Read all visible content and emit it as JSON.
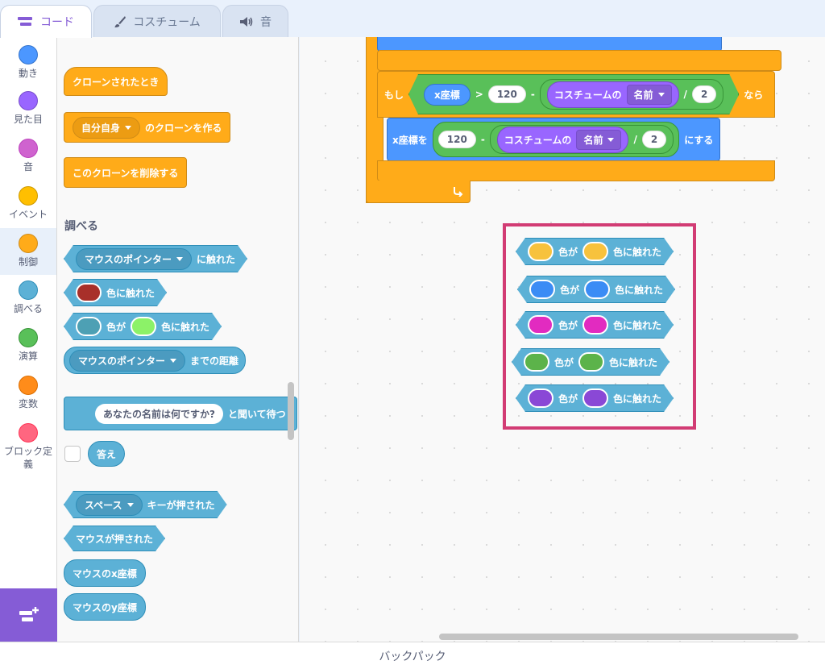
{
  "tabs": {
    "code": "コード",
    "costumes": "コスチューム",
    "sounds": "音"
  },
  "categories": [
    {
      "label": "動き",
      "color": "#4c97ff"
    },
    {
      "label": "見た目",
      "color": "#9966ff"
    },
    {
      "label": "音",
      "color": "#cf63cf"
    },
    {
      "label": "イベント",
      "color": "#ffbf00"
    },
    {
      "label": "制御",
      "color": "#ffab19"
    },
    {
      "label": "調べる",
      "color": "#5cb1d6"
    },
    {
      "label": "演算",
      "color": "#59c059"
    },
    {
      "label": "変数",
      "color": "#ff8c1a"
    },
    {
      "label": "ブロック定義",
      "color": "#ff6680"
    }
  ],
  "palette": {
    "control": {
      "when_clone": "クローンされたとき",
      "clone_target": "自分自身",
      "create_clone": "のクローンを作る",
      "delete_clone": "このクローンを削除する"
    },
    "sensing_heading": "調べる",
    "sensing": {
      "touching_target": "マウスのポインター",
      "touching_suffix": "に触れた",
      "color_touch_suffix": "色に触れた",
      "color_is": "色が",
      "distance_target": "マウスのポインター",
      "distance_suffix": "までの距離",
      "ask_text": "あなたの名前は何ですか?",
      "ask_suffix": "と聞いて待つ",
      "answer": "答え",
      "key_name": "スペース",
      "key_suffix": "キーが押された",
      "mouse_down": "マウスが押された",
      "mouse_x": "マウスのx座標",
      "mouse_y": "マウスのy座標"
    },
    "touch_swatch": "#a8302a",
    "color_a": "#4da0b4",
    "color_b": "#8cf268"
  },
  "script": {
    "if_label": "もし",
    "then_label": "なら",
    "x_pos": "x座標",
    "gt": ">",
    "num120": "120",
    "minus": "-",
    "costume_of": "コスチュームの",
    "name_opt": "名前",
    "div": "/",
    "num2": "2",
    "set_x_prefix": "x座標を",
    "set_x_suffix": "にする"
  },
  "color_blocks": {
    "color_is": "色が",
    "touch": "色に触れた",
    "colors": [
      "#f7c23d",
      "#3b8cf5",
      "#e22bc0",
      "#5cb34a",
      "#8a48d6"
    ]
  },
  "backpack": "バックパック"
}
